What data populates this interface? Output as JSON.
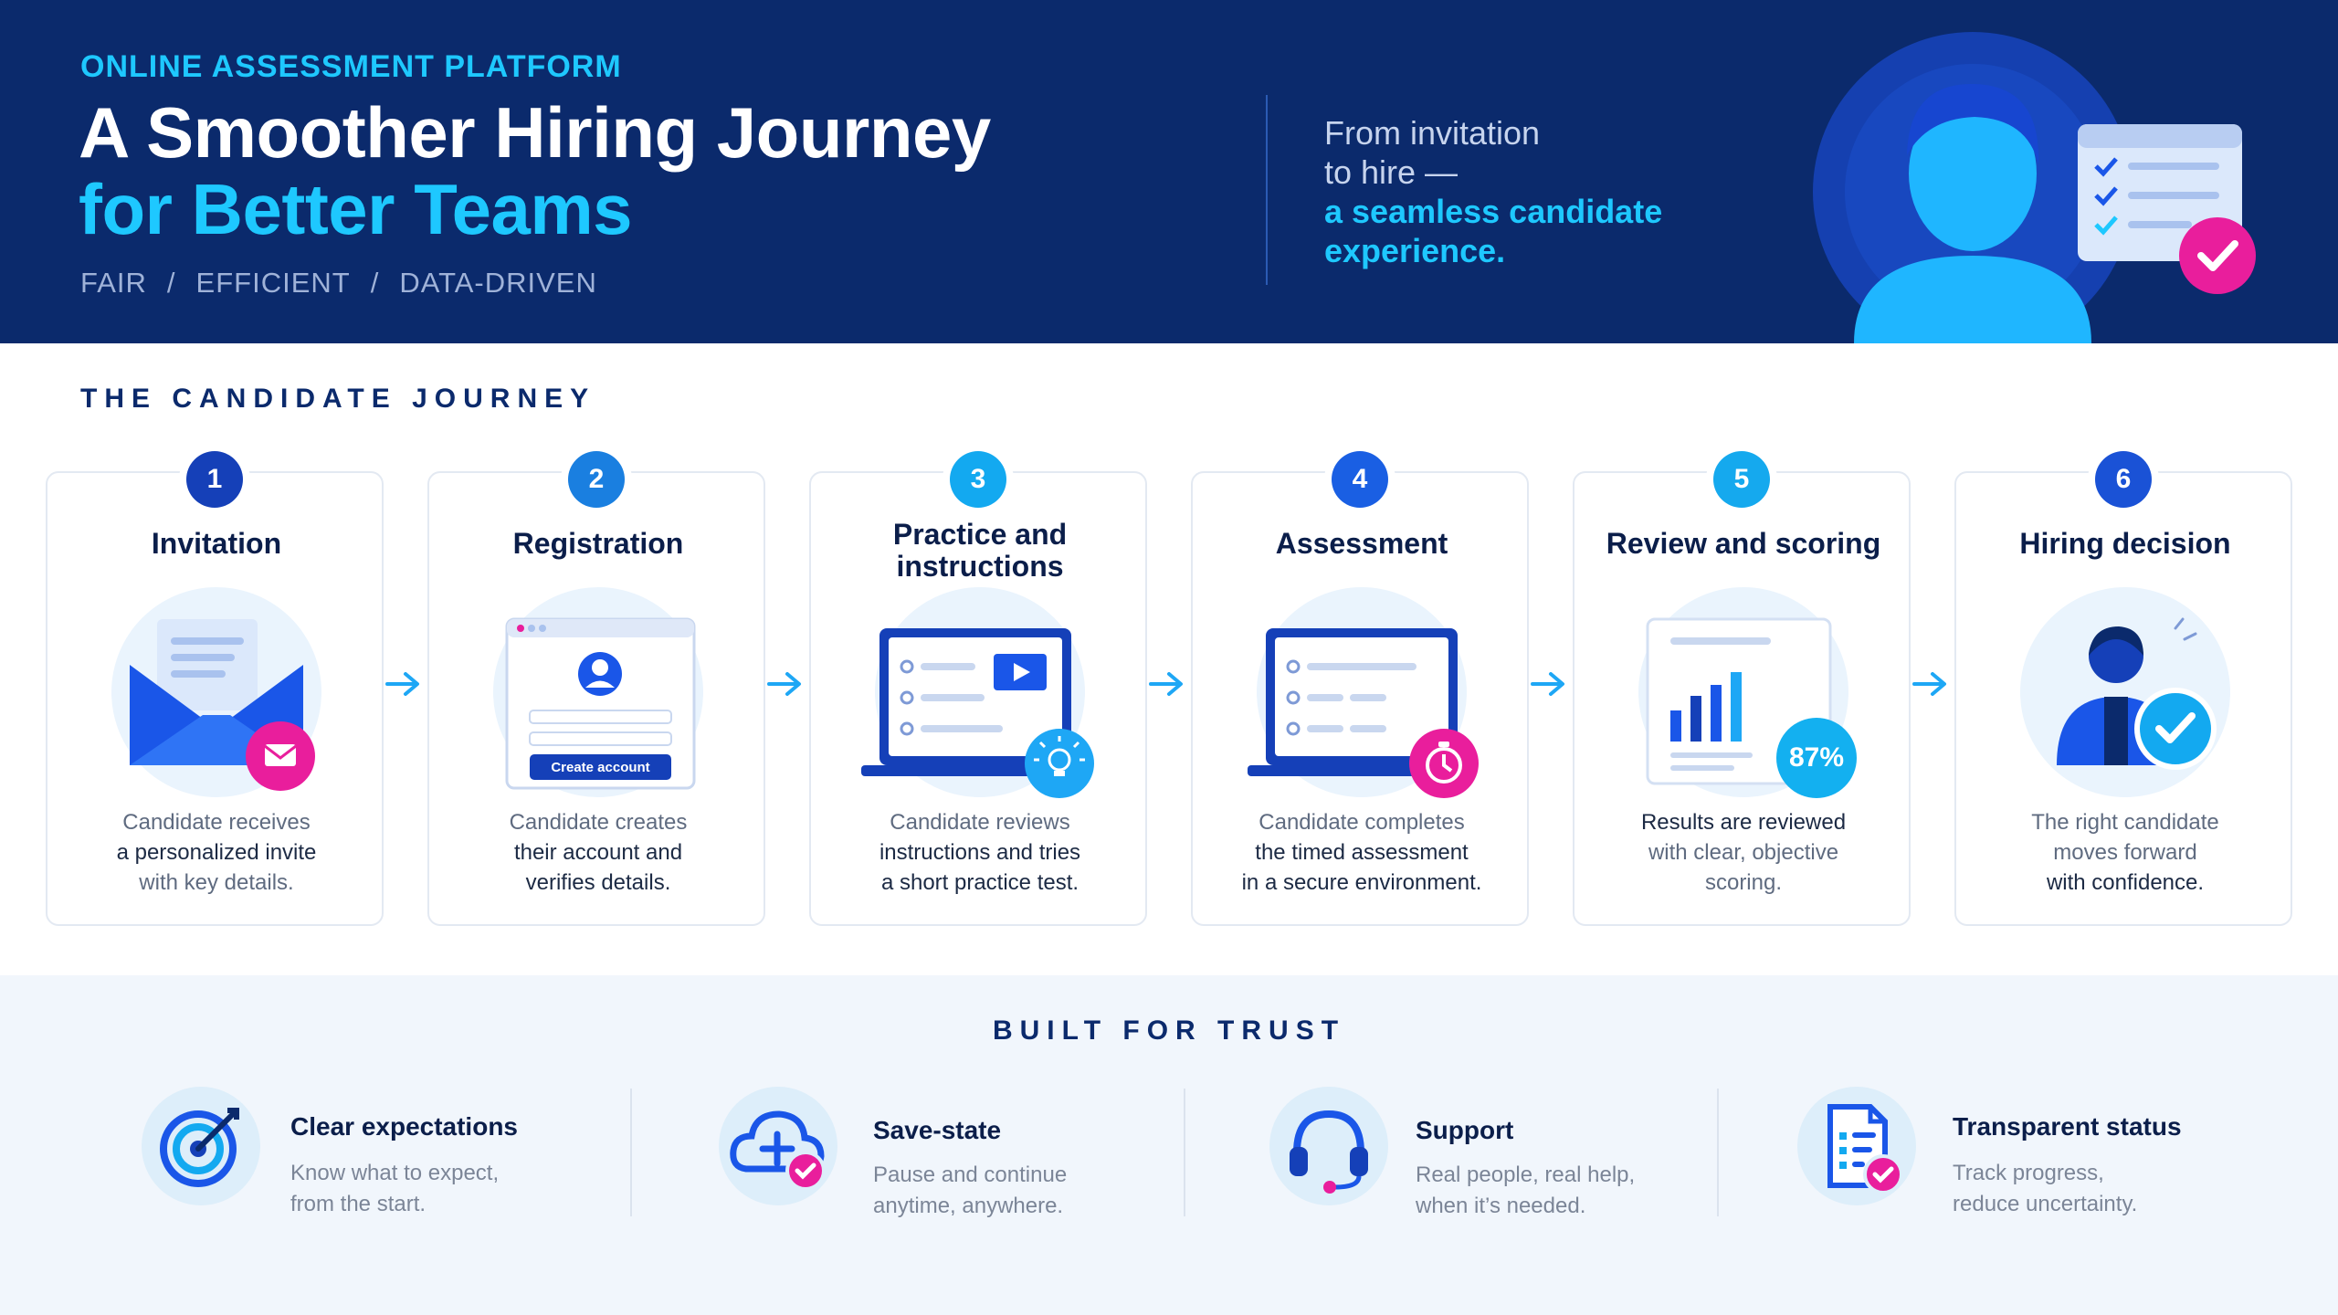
{
  "header": {
    "eyebrow": "ONLINE ASSESSMENT PLATFORM",
    "title_line1": "A Smoother Hiring Journey",
    "title_line2": "for Better Teams",
    "tags": [
      "FAIR",
      "EFFICIENT",
      "DATA-DRIVEN"
    ],
    "tag_separator": "/",
    "tagline_line1": "From invitation",
    "tagline_line2": "to hire —",
    "tagline_line3": "a seamless candidate",
    "tagline_line4": "experience."
  },
  "journey": {
    "title": "THE CANDIDATE JOURNEY",
    "steps": [
      {
        "number": "1",
        "title": "Invitation",
        "desc": [
          "Candidate receives",
          "a personalized invite",
          "with key details."
        ],
        "icon": "envelope-icon"
      },
      {
        "number": "2",
        "title": "Registration",
        "desc": [
          "Candidate creates",
          "their account and",
          "verifies details."
        ],
        "icon": "registration-form-icon",
        "button_label": "Create account"
      },
      {
        "number": "3",
        "title_lines": [
          "Practice and",
          "instructions"
        ],
        "desc": [
          "Candidate reviews",
          "instructions and tries",
          "a short practice test."
        ],
        "icon": "laptop-video-icon"
      },
      {
        "number": "4",
        "title": "Assessment",
        "desc": [
          "Candidate completes",
          "the timed assessment",
          "in a secure environment."
        ],
        "icon": "laptop-timer-icon"
      },
      {
        "number": "5",
        "title": "Review and scoring",
        "desc": [
          "Results are reviewed",
          "with clear, objective",
          "scoring."
        ],
        "icon": "report-chart-icon",
        "score": "87%"
      },
      {
        "number": "6",
        "title": "Hiring decision",
        "desc": [
          "The right candidate",
          "moves forward",
          "with confidence."
        ],
        "icon": "approved-person-icon"
      }
    ]
  },
  "trust": {
    "title": "BUILT FOR TRUST",
    "features": [
      {
        "title": "Clear expectations",
        "desc": [
          "Know what to expect,",
          "from the start."
        ],
        "icon": "target-icon"
      },
      {
        "title": "Save-state",
        "desc": [
          "Pause and continue",
          "anytime, anywhere."
        ],
        "icon": "cloud-check-icon"
      },
      {
        "title": "Support",
        "desc": [
          "Real people, real help,",
          "when it’s needed."
        ],
        "icon": "headset-icon"
      },
      {
        "title": "Transparent status",
        "desc": [
          "Track progress,",
          "reduce uncertainty."
        ],
        "icon": "checklist-icon"
      }
    ]
  },
  "colors": {
    "navy": "#0b2a6c",
    "accent_cyan": "#1ec8ff",
    "blue": "#1a56e8",
    "magenta": "#e91e9c",
    "step_gradient": [
      "#1540b8",
      "#1a7fe0",
      "#13a9f0",
      "#1a5fe3",
      "#15a9ee",
      "#1a52d6"
    ]
  }
}
